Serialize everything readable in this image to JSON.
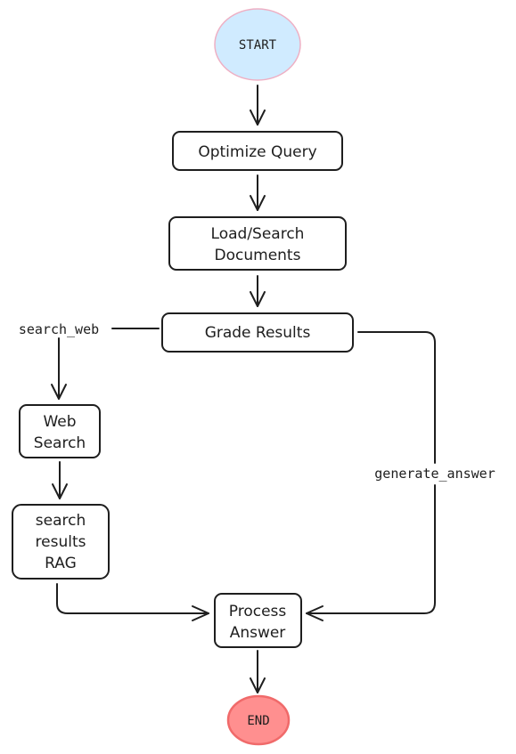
{
  "nodes": {
    "start": {
      "label": "START",
      "fill": "#d0ebff",
      "stroke": "#eeb0c4"
    },
    "optimize_query": {
      "label": "Optimize Query"
    },
    "load_search": {
      "lines": [
        "Load/Search",
        "Documents"
      ]
    },
    "grade_results": {
      "label": "Grade Results"
    },
    "web_search": {
      "lines": [
        "Web",
        "Search"
      ]
    },
    "search_results_rag": {
      "lines": [
        "search",
        "results",
        "RAG"
      ]
    },
    "process_answer": {
      "lines": [
        "Process",
        "Answer"
      ]
    },
    "end": {
      "label": "END",
      "fill": "#ff8f8f",
      "stroke": "#f06a6a"
    }
  },
  "edges": {
    "search_web": "search_web",
    "generate_answer": "generate_answer"
  }
}
